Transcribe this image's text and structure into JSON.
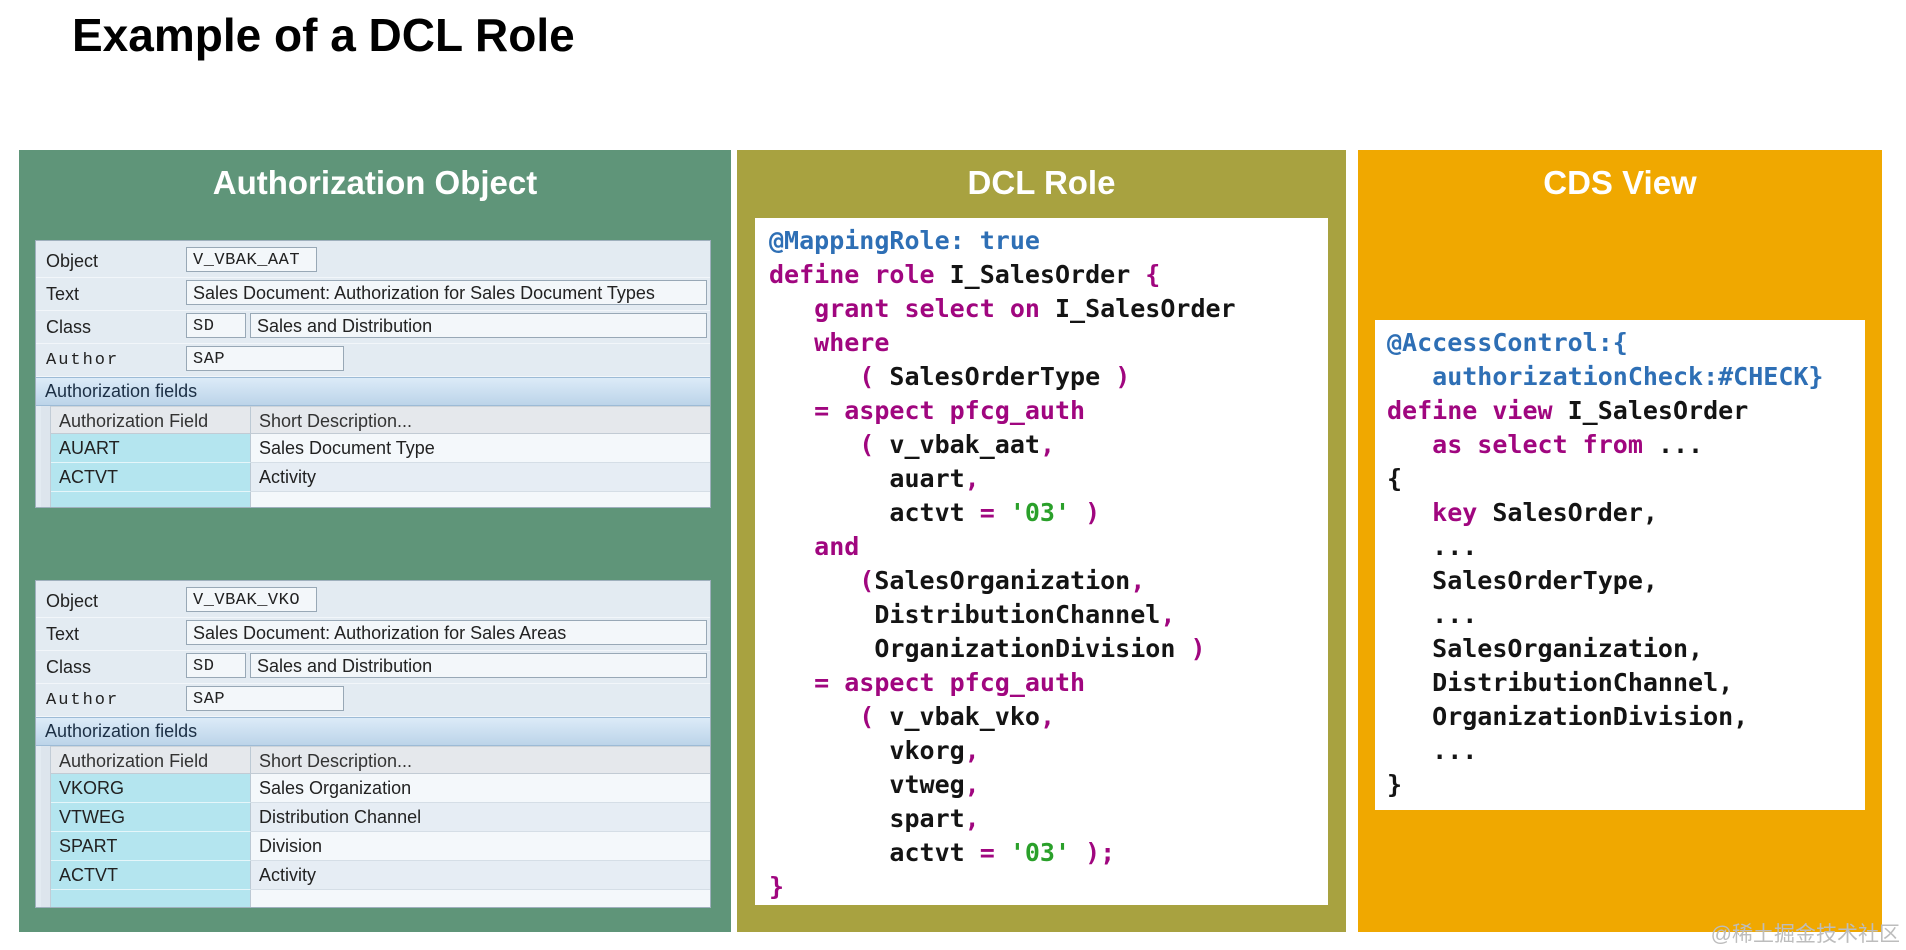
{
  "page": {
    "title": "Example of a DCL Role",
    "watermark": "@稀土掘金技术社区"
  },
  "colors": {
    "green": "#5f9579",
    "olive": "#a8a240",
    "orange": "#f0a800",
    "sapbg": "#e3ebf2",
    "cyan": "#b4e5ef",
    "kw": "#a0067f",
    "ann": "#2e6fb5",
    "id": "#141414",
    "str": "#2aa02a"
  },
  "panels": {
    "authorization_object": {
      "header": "Authorization Object",
      "screens": [
        {
          "object_label": "Object",
          "object_value": "V_VBAK_AAT",
          "text_label": "Text",
          "text_value": "Sales Document: Authorization for Sales Document Types",
          "class_label": "Class",
          "class_code": "SD",
          "class_value": "Sales and Distribution",
          "author_label": "Author",
          "author_value": "SAP",
          "section_title": "Authorization fields",
          "table": {
            "headers": [
              "Authorization Field",
              "Short Description..."
            ],
            "rows": [
              [
                "AUART",
                "Sales Document Type"
              ],
              [
                "ACTVT",
                "Activity"
              ]
            ]
          }
        },
        {
          "object_label": "Object",
          "object_value": "V_VBAK_VKO",
          "text_label": "Text",
          "text_value": "Sales Document: Authorization for Sales Areas",
          "class_label": "Class",
          "class_code": "SD",
          "class_value": "Sales and Distribution",
          "author_label": "Author",
          "author_value": "SAP",
          "section_title": "Authorization fields",
          "table": {
            "headers": [
              "Authorization Field",
              "Short Description..."
            ],
            "rows": [
              [
                "VKORG",
                "Sales Organization"
              ],
              [
                "VTWEG",
                "Distribution Channel"
              ],
              [
                "SPART",
                "Division"
              ],
              [
                "ACTVT",
                "Activity"
              ]
            ]
          }
        }
      ]
    },
    "dcl_role": {
      "header": "DCL Role",
      "code": [
        [
          {
            "t": "@MappingRole: true",
            "c": "ann"
          }
        ],
        [
          {
            "t": "define role ",
            "c": "kw"
          },
          {
            "t": "I_SalesOrder ",
            "c": "id"
          },
          {
            "t": "{",
            "c": "kw"
          }
        ],
        [
          {
            "t": "   ",
            "c": "id"
          },
          {
            "t": "grant select on ",
            "c": "kw"
          },
          {
            "t": "I_SalesOrder",
            "c": "id"
          }
        ],
        [
          {
            "t": "   where",
            "c": "kw"
          }
        ],
        [
          {
            "t": "      ( ",
            "c": "kw"
          },
          {
            "t": "SalesOrderType",
            "c": "id"
          },
          {
            "t": " )",
            "c": "kw"
          }
        ],
        [
          {
            "t": "   = aspect pfcg_auth",
            "c": "kw"
          }
        ],
        [
          {
            "t": "      ( ",
            "c": "kw"
          },
          {
            "t": "v_vbak_aat",
            "c": "id"
          },
          {
            "t": ",",
            "c": "kw"
          }
        ],
        [
          {
            "t": "        auart",
            "c": "id"
          },
          {
            "t": ",",
            "c": "kw"
          }
        ],
        [
          {
            "t": "        actvt ",
            "c": "id"
          },
          {
            "t": "= ",
            "c": "kw"
          },
          {
            "t": "'03'",
            "c": "str"
          },
          {
            "t": " )",
            "c": "kw"
          }
        ],
        [
          {
            "t": "   and",
            "c": "kw"
          }
        ],
        [
          {
            "t": "      (",
            "c": "kw"
          },
          {
            "t": "SalesOrganization",
            "c": "id"
          },
          {
            "t": ",",
            "c": "kw"
          }
        ],
        [
          {
            "t": "       DistributionChannel",
            "c": "id"
          },
          {
            "t": ",",
            "c": "kw"
          }
        ],
        [
          {
            "t": "       OrganizationDivision ",
            "c": "id"
          },
          {
            "t": ")",
            "c": "kw"
          }
        ],
        [
          {
            "t": "   = aspect pfcg_auth",
            "c": "kw"
          }
        ],
        [
          {
            "t": "      ( ",
            "c": "kw"
          },
          {
            "t": "v_vbak_vko",
            "c": "id"
          },
          {
            "t": ",",
            "c": "kw"
          }
        ],
        [
          {
            "t": "        vkorg",
            "c": "id"
          },
          {
            "t": ",",
            "c": "kw"
          }
        ],
        [
          {
            "t": "        vtweg",
            "c": "id"
          },
          {
            "t": ",",
            "c": "kw"
          }
        ],
        [
          {
            "t": "        spart",
            "c": "id"
          },
          {
            "t": ",",
            "c": "kw"
          }
        ],
        [
          {
            "t": "        actvt ",
            "c": "id"
          },
          {
            "t": "= ",
            "c": "kw"
          },
          {
            "t": "'03'",
            "c": "str"
          },
          {
            "t": " );",
            "c": "kw"
          }
        ],
        [
          {
            "t": "}",
            "c": "kw"
          }
        ]
      ]
    },
    "cds_view": {
      "header": "CDS View",
      "code": [
        [
          {
            "t": "@AccessControl:{",
            "c": "ann"
          }
        ],
        [
          {
            "t": "   authorizationCheck:#CHECK}",
            "c": "ann"
          }
        ],
        [
          {
            "t": "define view ",
            "c": "kw"
          },
          {
            "t": "I_SalesOrder",
            "c": "id"
          }
        ],
        [
          {
            "t": "   as select from ",
            "c": "kw"
          },
          {
            "t": "...",
            "c": "id"
          }
        ],
        [
          {
            "t": "{",
            "c": "id"
          }
        ],
        [
          {
            "t": "   ",
            "c": "id"
          },
          {
            "t": "key ",
            "c": "kw"
          },
          {
            "t": "SalesOrder,",
            "c": "id"
          }
        ],
        [
          {
            "t": "   ...",
            "c": "id"
          }
        ],
        [
          {
            "t": "   SalesOrderType,",
            "c": "id"
          }
        ],
        [
          {
            "t": "   ...",
            "c": "id"
          }
        ],
        [
          {
            "t": "   SalesOrganization,",
            "c": "id"
          }
        ],
        [
          {
            "t": "   DistributionChannel,",
            "c": "id"
          }
        ],
        [
          {
            "t": "   OrganizationDivision,",
            "c": "id"
          }
        ],
        [
          {
            "t": "   ...",
            "c": "id"
          }
        ],
        [
          {
            "t": "}",
            "c": "id"
          }
        ]
      ]
    }
  }
}
